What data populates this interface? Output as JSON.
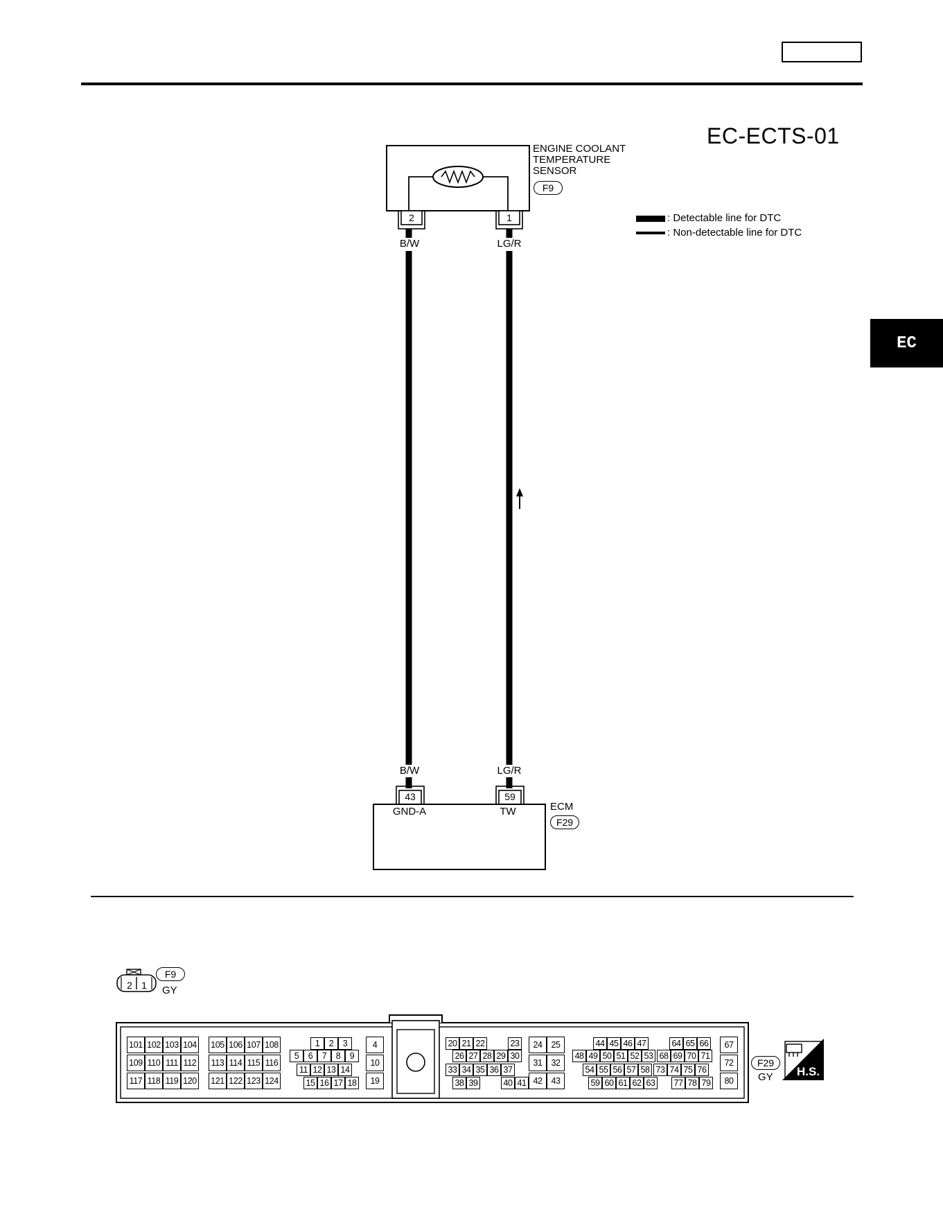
{
  "diagram": {
    "title": "EC-ECTS-01",
    "section_tab": "EC",
    "sensor": {
      "name_lines": [
        "ENGINE COOLANT",
        "TEMPERATURE",
        "SENSOR"
      ],
      "connector": "F9",
      "pins": [
        "2",
        "1"
      ]
    },
    "wires": [
      {
        "color_code": "B/W",
        "from_pin": "2",
        "to_pin": "43",
        "ecm_terminal": "GND-A"
      },
      {
        "color_code": "LG/R",
        "from_pin": "1",
        "to_pin": "59",
        "ecm_terminal": "TW"
      }
    ],
    "ecm": {
      "name": "ECM",
      "connector": "F29"
    },
    "legend": {
      "detectable": ": Detectable line for DTC",
      "non_detectable": ": Non-detectable line for DTC"
    }
  },
  "connectors_view": {
    "f9": {
      "id": "F9",
      "color": "GY",
      "pins": [
        "2",
        "1"
      ]
    },
    "f29": {
      "id": "F29",
      "color": "GY",
      "badge": "H.S.",
      "blocks": [
        {
          "rows": [
            [
              "101",
              "102",
              "103",
              "104"
            ],
            [
              "109",
              "110",
              "111",
              "112"
            ],
            [
              "117",
              "118",
              "119",
              "120"
            ]
          ]
        },
        {
          "rows": [
            [
              "105",
              "106",
              "107",
              "108"
            ],
            [
              "113",
              "114",
              "115",
              "116"
            ],
            [
              "121",
              "122",
              "123",
              "124"
            ]
          ]
        },
        {
          "rows": [
            [
              "1",
              "2",
              "3"
            ],
            [
              "5",
              "6",
              "7",
              "8",
              "9"
            ],
            [
              "11",
              "12",
              "13",
              "14"
            ],
            [
              "15",
              "16",
              "17",
              "18"
            ]
          ]
        },
        {
          "rows": [
            [
              "4"
            ],
            [
              "10"
            ],
            [
              "19"
            ]
          ]
        },
        {
          "rows": [
            [
              "20",
              "21",
              "22",
              "23"
            ],
            [
              "26",
              "27",
              "28",
              "29",
              "30"
            ],
            [
              "33",
              "34",
              "35",
              "36",
              "37"
            ],
            [
              "38",
              "39",
              "40",
              "41"
            ]
          ]
        },
        {
          "rows": [
            [
              "24",
              "25"
            ],
            [
              "31",
              "32"
            ],
            [
              "42",
              "43"
            ]
          ]
        },
        {
          "rows": [
            [
              "44",
              "45",
              "46",
              "47",
              "64",
              "65",
              "66"
            ],
            [
              "48",
              "49",
              "50",
              "51",
              "52",
              "53",
              "68",
              "69",
              "70",
              "71"
            ],
            [
              "54",
              "55",
              "56",
              "57",
              "58",
              "73",
              "74",
              "75",
              "76"
            ],
            [
              "59",
              "60",
              "61",
              "62",
              "63",
              "77",
              "78",
              "79"
            ]
          ]
        },
        {
          "rows": [
            [
              "67"
            ],
            [
              "72"
            ],
            [
              "80"
            ]
          ]
        }
      ]
    }
  }
}
